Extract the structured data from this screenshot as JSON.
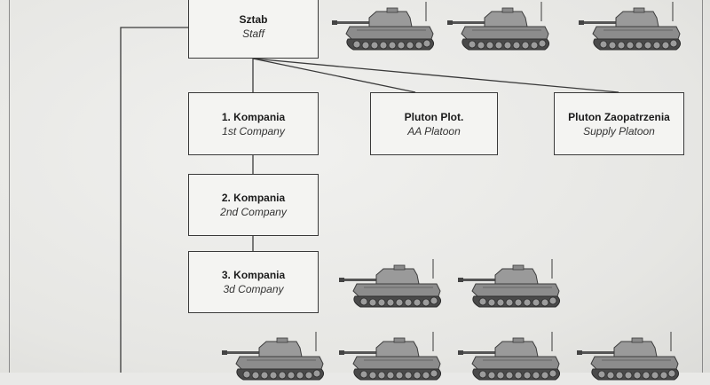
{
  "units": {
    "staff": {
      "pl": "Sztab",
      "en": "Staff"
    },
    "company1": {
      "pl": "1. Kompania",
      "en": "1st Company"
    },
    "aa": {
      "pl": "Pluton Plot.",
      "en": "AA Platoon"
    },
    "supply": {
      "pl": "Pluton Zaopatrzenia",
      "en": "Supply Platoon"
    },
    "company2": {
      "pl": "2. Kompania",
      "en": "2nd Company"
    },
    "company3": {
      "pl": "3. Kompania",
      "en": "3d Company"
    }
  },
  "icons": {
    "tank": "panzer-iv-tank-icon"
  },
  "colors": {
    "line": "#3a3a3a",
    "tank_body": "#8c8c8c",
    "tank_dark": "#3c3c3c"
  }
}
